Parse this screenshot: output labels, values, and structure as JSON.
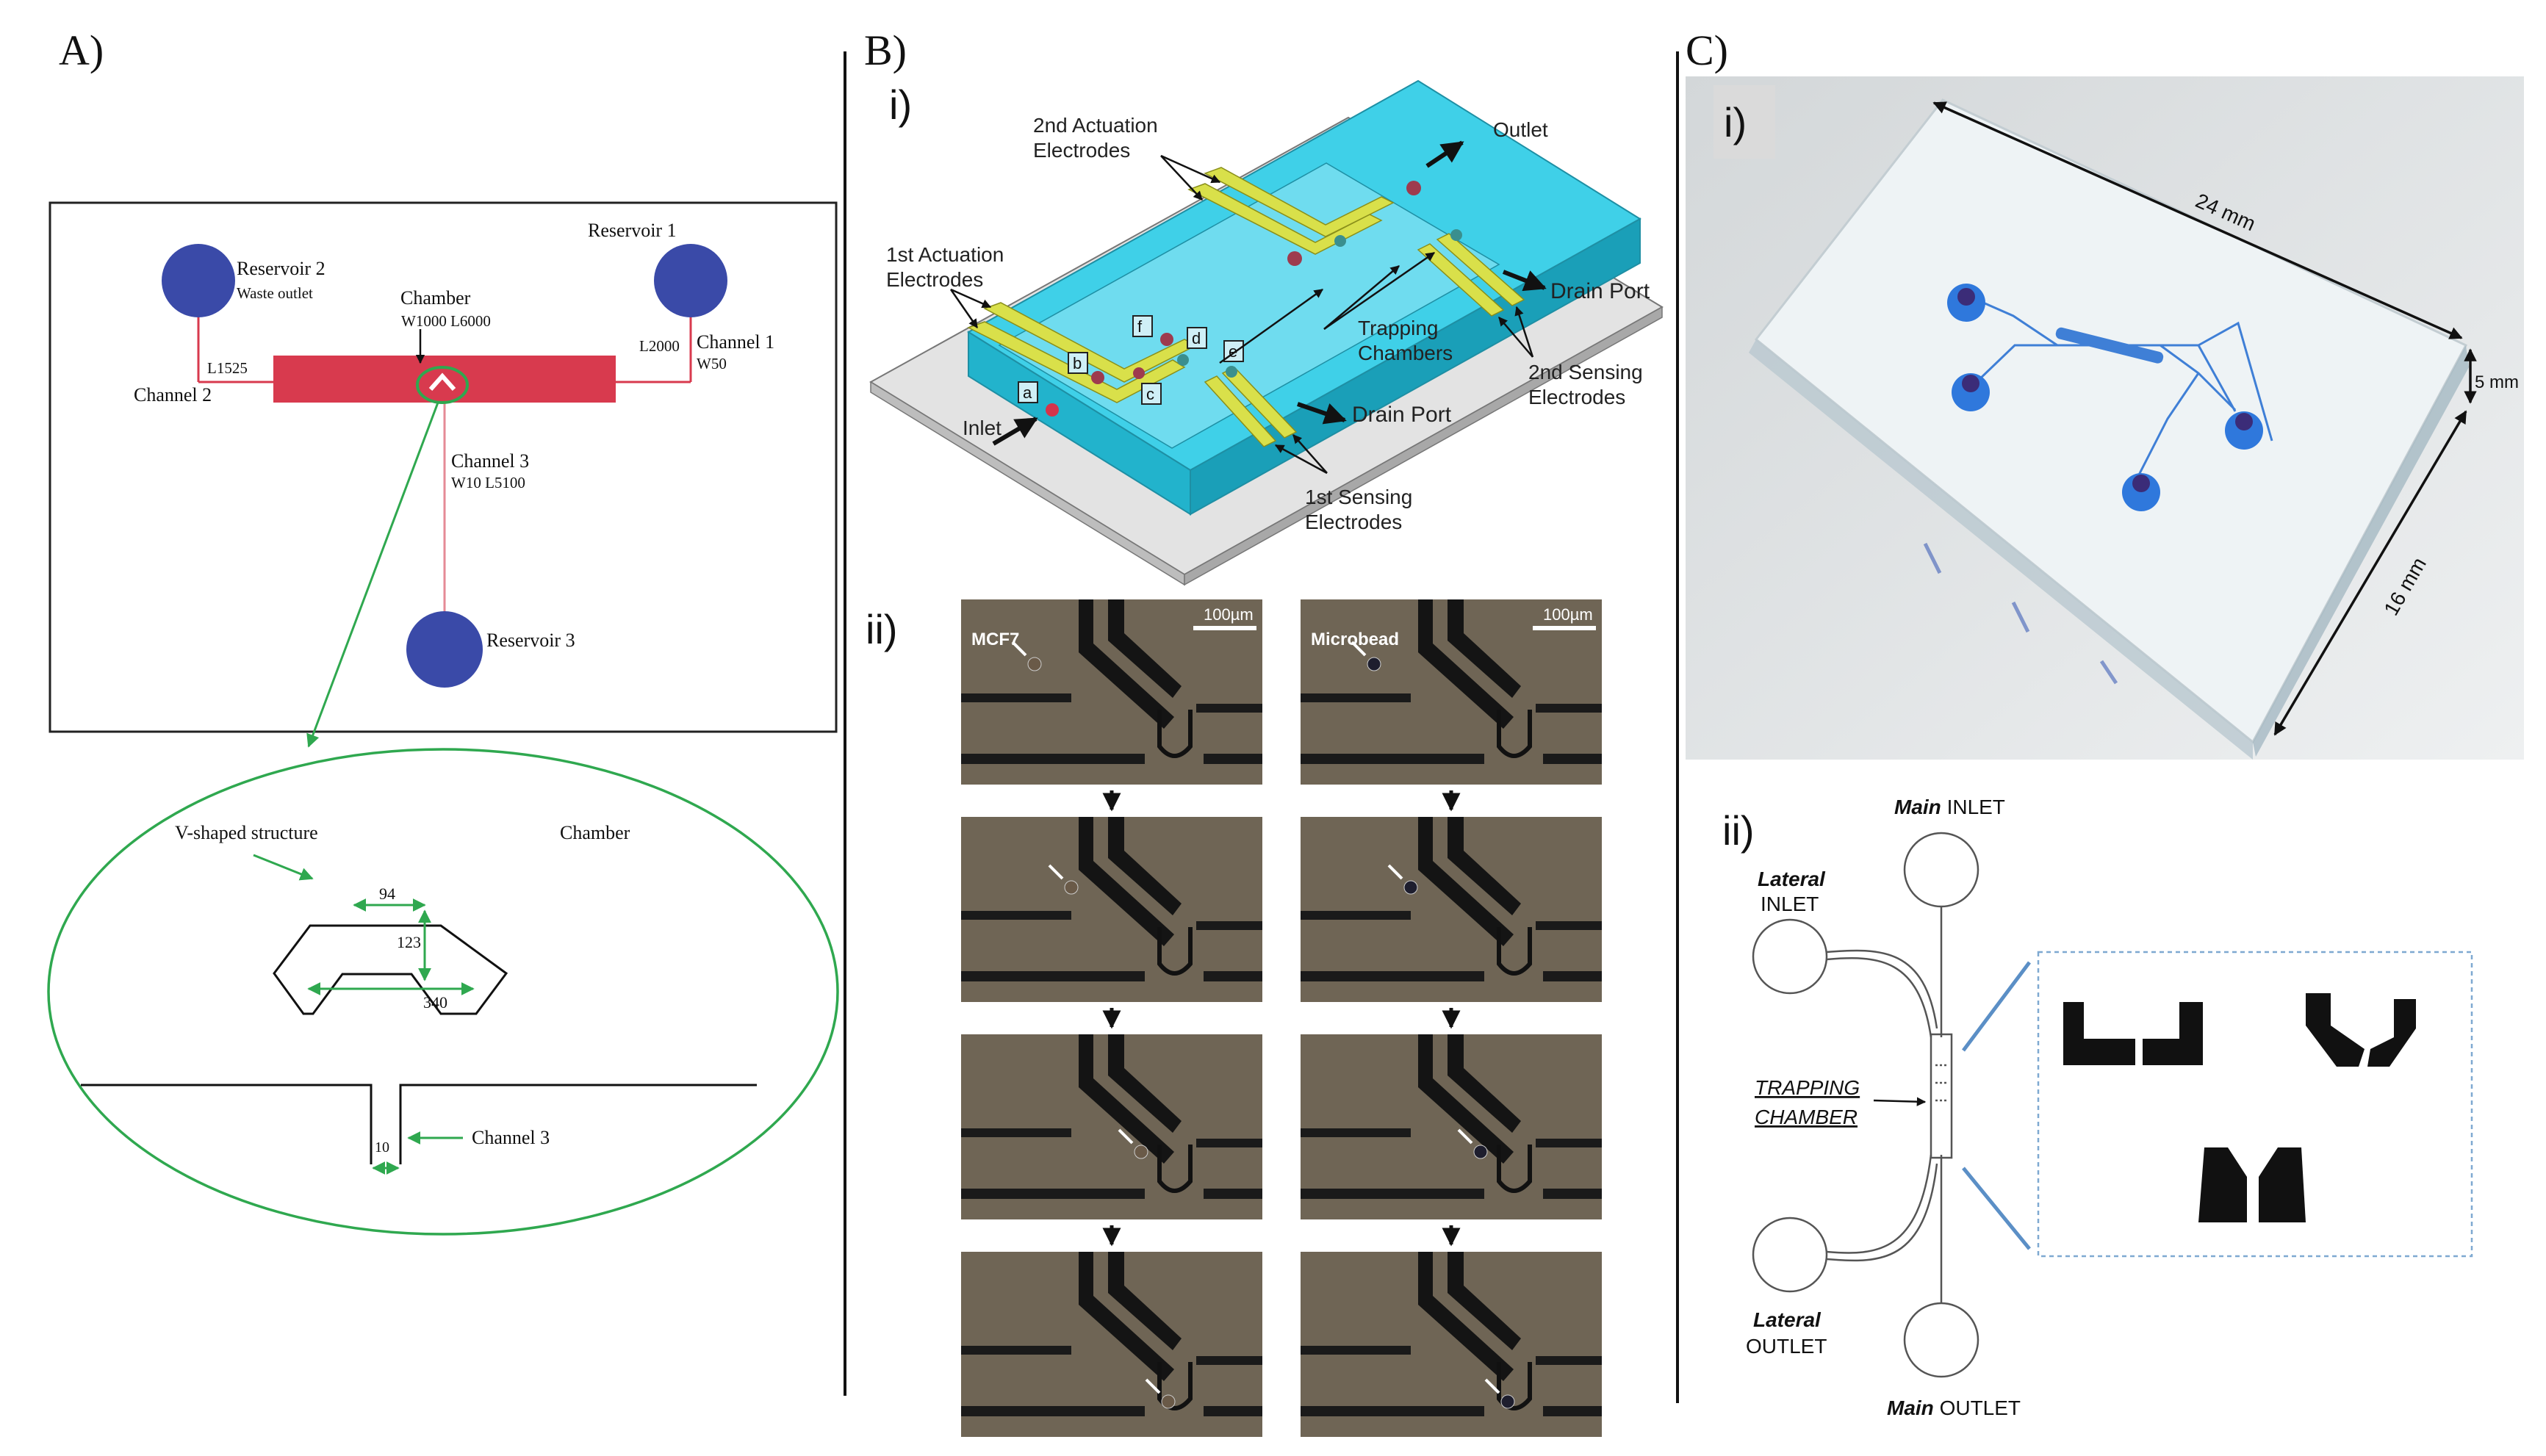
{
  "panelA": {
    "label": "A)",
    "reservoir1": "Reservoir 1",
    "reservoir2": "Reservoir 2",
    "reservoir2_sub": "Waste outlet",
    "reservoir3": "Reservoir 3",
    "chamber": "Chamber",
    "chamber_dims": "W1000 L6000",
    "channel1": "Channel 1",
    "channel1_w": "W50",
    "channel1_l": "L2000",
    "channel2": "Channel 2",
    "channel2_l": "L1525",
    "channel3": "Channel 3",
    "channel3_dims": "W10 L5100",
    "zoom": {
      "v_structure": "V-shaped structure",
      "chamber": "Chamber",
      "dim_94": "94",
      "dim_123": "123",
      "dim_340": "340",
      "channel3": "Channel 3",
      "dim_10": "10"
    }
  },
  "panelB": {
    "label": "B)",
    "sub_i": "i)",
    "sub_ii": "ii)",
    "actuation2_line1": "2nd Actuation",
    "actuation2_line2": "Electrodes",
    "actuation1_line1": "1st Actuation",
    "actuation1_line2": "Electrodes",
    "outlet": "Outlet",
    "drain_port_1": "Drain Port",
    "drain_port_2": "Drain Port",
    "trapping_line1": "Trapping",
    "trapping_line2": "Chambers",
    "sensing2_line1": "2nd Sensing",
    "sensing2_line2": "Electrodes",
    "sensing1_line1": "1st Sensing",
    "sensing1_line2": "Electrodes",
    "inlet": "Inlet",
    "box_labels": [
      "a",
      "b",
      "c",
      "d",
      "e",
      "f"
    ],
    "micro_left_label": "MCF7",
    "micro_right_label": "Microbead",
    "scale": "100µm"
  },
  "panelC": {
    "label": "C)",
    "sub_i": "i)",
    "sub_ii": "ii)",
    "dim_24": "24 mm",
    "dim_5": "5 mm",
    "dim_16": "16 mm",
    "main_inlet_bold": "Main",
    "main_inlet": "INLET",
    "lateral_inlet_bold": "Lateral",
    "lateral_inlet": "INLET",
    "trapping_line1": "TRAPPING",
    "trapping_line2": "CHAMBER",
    "lateral_outlet_bold": "Lateral",
    "lateral_outlet": "OUTLET",
    "main_outlet_bold": "Main",
    "main_outlet": "OUTLET"
  },
  "colors": {
    "reservoir_blue": "#3a4aa8",
    "chamber_red": "#d83a4e",
    "zoom_green": "#2fa84f",
    "chip_cyan": "#29c4df",
    "electrode_yellow": "#d9e04a",
    "micro_bg": "#6f6555"
  }
}
